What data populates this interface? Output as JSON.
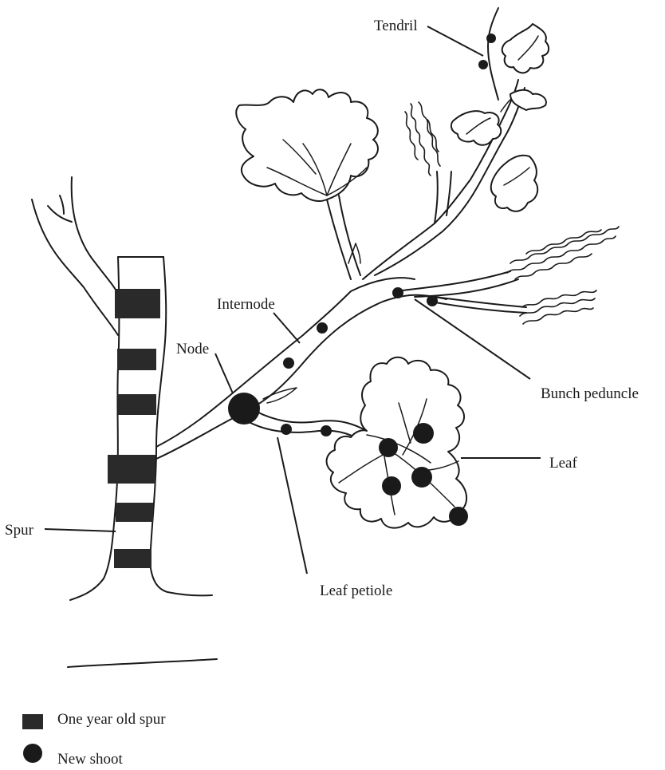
{
  "labels": {
    "tendril": "Tendril",
    "internode": "Internode",
    "node": "Node",
    "bunch_peduncle": "Bunch peduncle",
    "leaf": "Leaf",
    "spur": "Spur",
    "leaf_petiole": "Leaf petiole"
  },
  "legend": {
    "one_year_old_spur": "One year old spur",
    "new_shoot": "New shoot"
  },
  "colors": {
    "ink": "#1a1a1a",
    "band": "#2a2a2a"
  }
}
